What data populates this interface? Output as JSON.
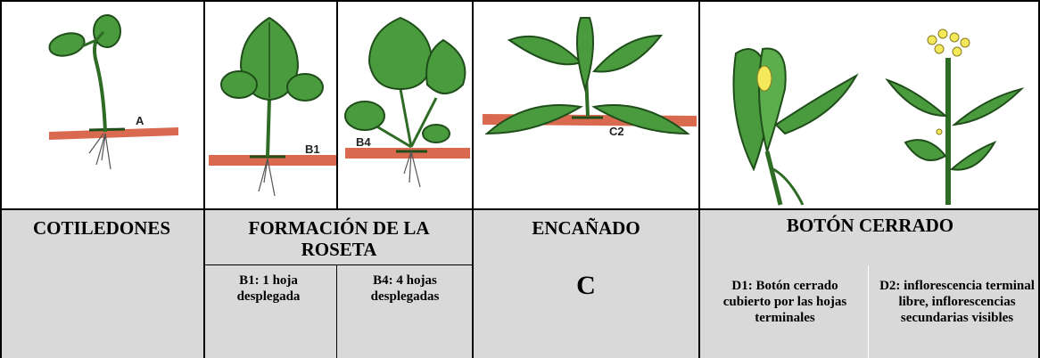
{
  "columns": {
    "a": {
      "heading": "COTILEDONES",
      "image_label": "A"
    },
    "b": {
      "heading": "FORMACIÓN DE LA ROSETA",
      "sub1_label": "B1: 1 hoja desplegada",
      "sub2_label": "B4: 4 hojas desplegadas",
      "image1_label": "B1",
      "image2_label": "B4"
    },
    "c": {
      "heading": "ENCAÑADO",
      "letter": "C",
      "image_label": "C2"
    },
    "d": {
      "heading": "BOTÓN CERRADO",
      "sub1_label": "D1: Botón cerrado cubierto por las hojas terminales",
      "sub2_label": "D2: inflorescencia terminal libre, inflorescencias secundarias visibles"
    }
  },
  "colors": {
    "soil": "#d96a4f",
    "leaf": "#4a9a3e",
    "leaf_dark": "#1f4e1a",
    "flower": "#f3e95b",
    "table_fill": "#d9d9d9"
  }
}
